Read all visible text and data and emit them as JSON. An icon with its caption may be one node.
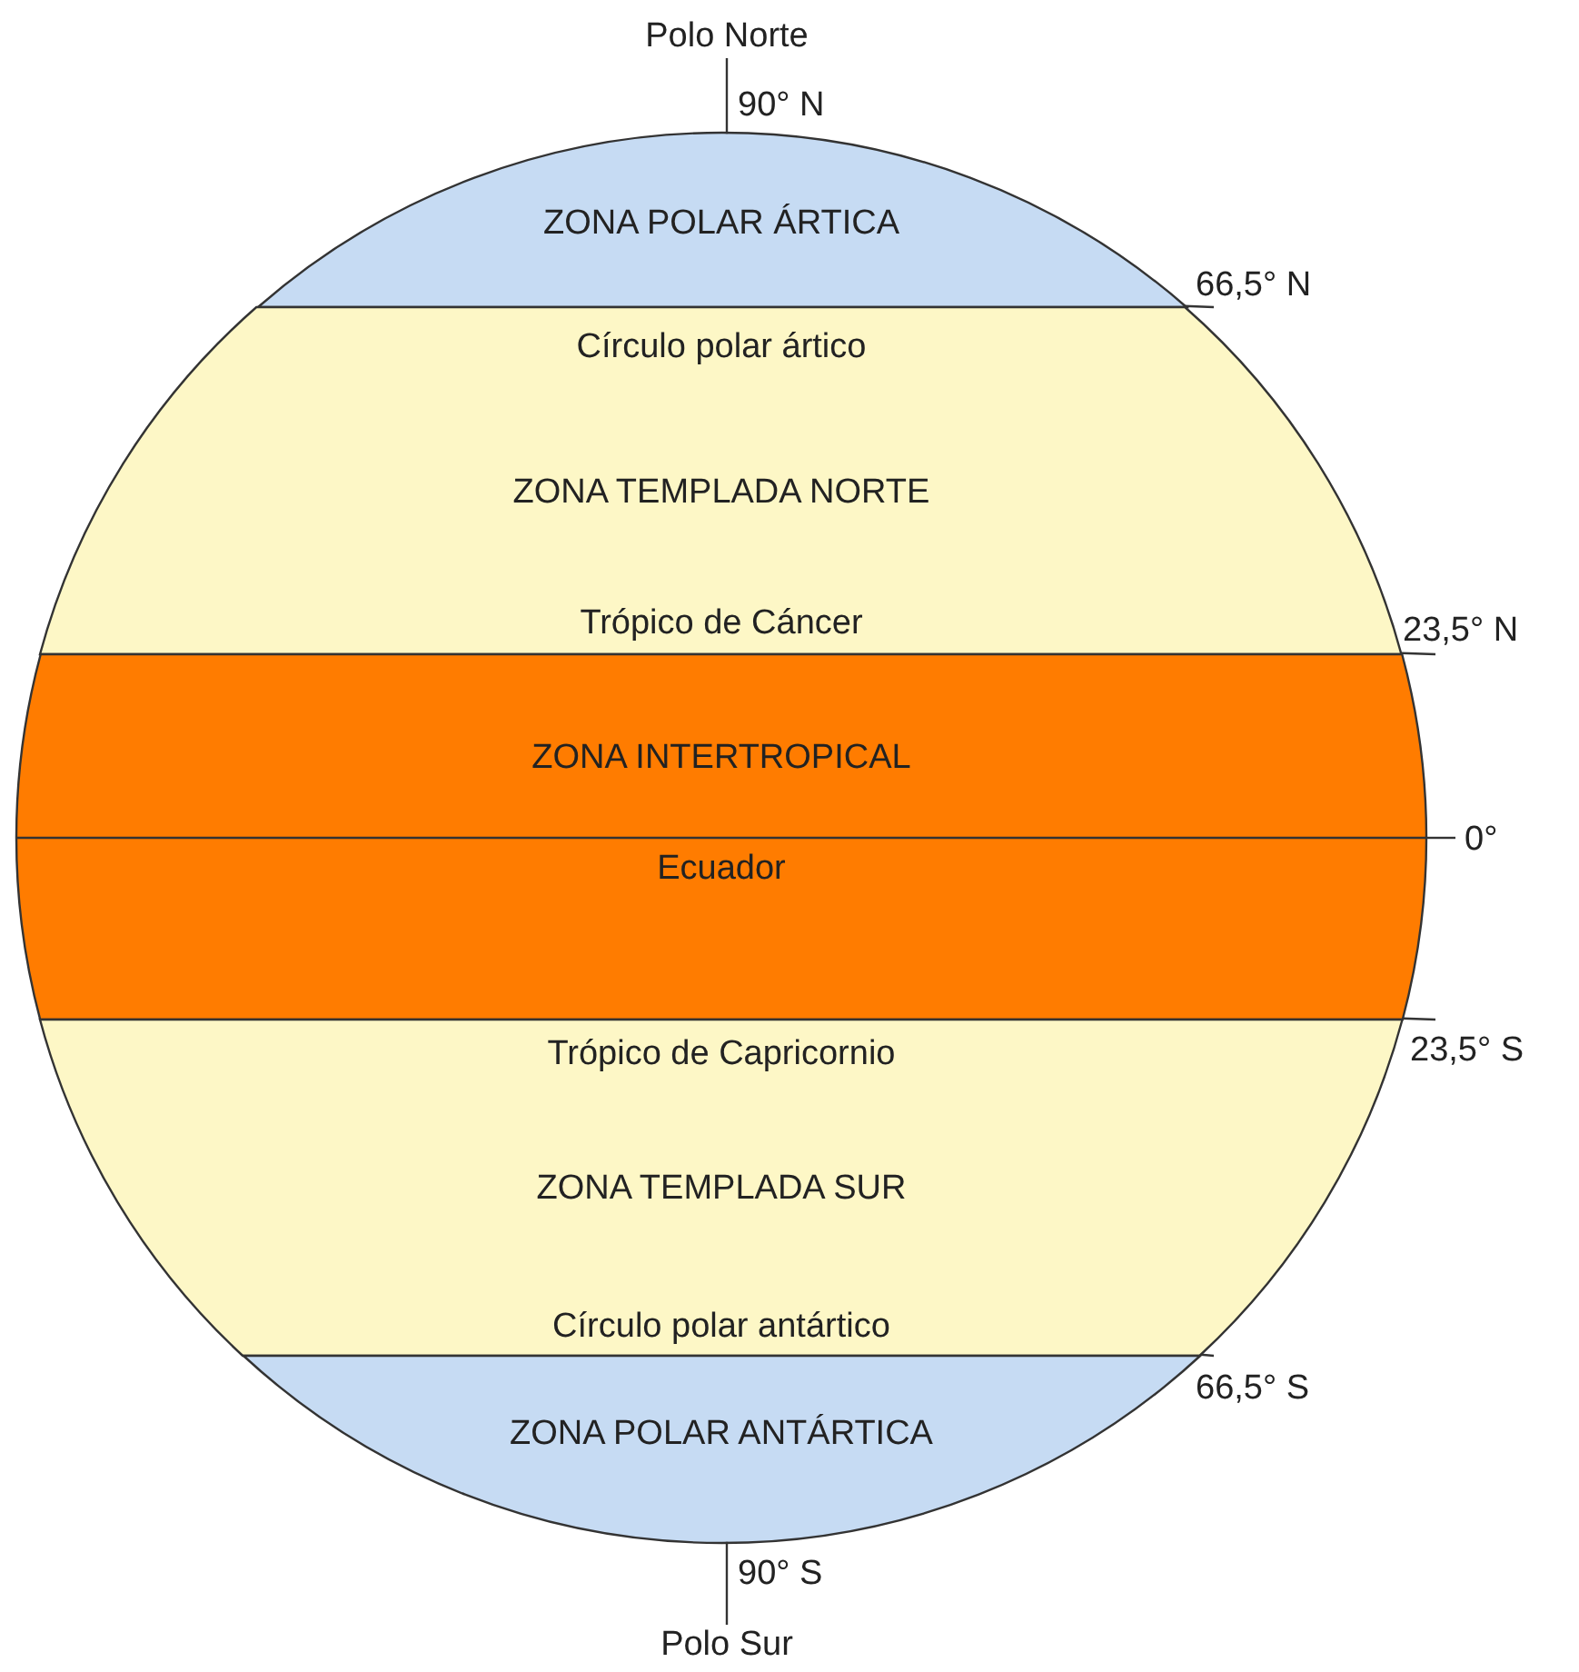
{
  "diagram": {
    "nodes": [
      {
        "text": [
          "ZONA POLAR ÁRTICA"
        ]
      },
      {
        "text": [
          "Círculo polar ártico",
          "ZONA TEMPLADA NORTE",
          "Trópico de Cáncer"
        ]
      },
      {
        "text": [
          "ZONA INTERTROPICAL",
          "Ecuador"
        ]
      },
      {
        "text": [
          "Trópico de Capricornio",
          "ZONA TEMPLADA SUR",
          "Círculo polar antártico"
        ]
      },
      {
        "text": [
          "ZONA POLAR ANTÁRTICA"
        ]
      },
      {
        "text": [
          "Polo Norte"
        ]
      },
      {
        "text": [
          "Polo Sur"
        ]
      },
      {
        "text": [
          "66,5° N"
        ]
      },
      {
        "text": [
          "23,5° N"
        ]
      },
      {
        "text": [
          "0°"
        ]
      },
      {
        "text": [
          "23,5° S"
        ]
      },
      {
        "text": [
          "66,5° S"
        ]
      }
    ],
    "edges": [
      {
        "from": 5,
        "to": 0,
        "arrow": "none"
      },
      {
        "from": 6,
        "to": 4,
        "arrow": "none"
      },
      {
        "from": 7,
        "to": 0,
        "arrow": "none"
      },
      {
        "from": 8,
        "to": 1,
        "arrow": "none"
      },
      {
        "from": 9,
        "to": 2,
        "arrow": "none"
      },
      {
        "from": 10,
        "to": 2,
        "arrow": "none"
      },
      {
        "from": 11,
        "to": 3,
        "arrow": "none"
      }
    ],
    "labels": [
      "90° N",
      "90° S"
    ]
  }
}
